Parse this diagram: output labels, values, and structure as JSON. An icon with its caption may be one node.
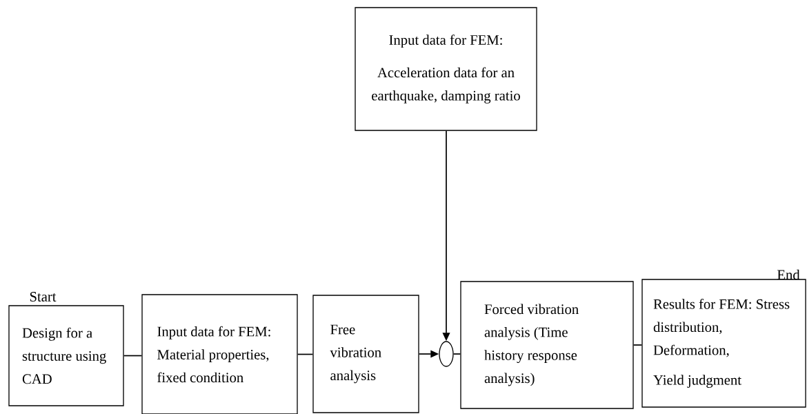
{
  "diagram": {
    "nodes": [
      {
        "text": [
          "Design for a structure using CAD"
        ]
      },
      {
        "text": [
          "Input data for FEM: Material properties, fixed condition"
        ]
      },
      {
        "text": [
          "Free vibration analysis"
        ]
      },
      {
        "text": [
          "Input data for FEM:",
          "Acceleration data for an earthquake, damping ratio"
        ]
      },
      {
        "text": [],
        "shape": "circle"
      },
      {
        "text": [
          "Forced vibration analysis (Time history response analysis)"
        ]
      },
      {
        "text": [
          "Results for FEM: Stress distribution, Deformation,",
          "Yield judgment"
        ]
      }
    ],
    "edges": [
      {
        "from": 0,
        "to": 1,
        "arrow": "none"
      },
      {
        "from": 1,
        "to": 2,
        "arrow": "none"
      },
      {
        "from": 2,
        "to": 4,
        "arrow": "to"
      },
      {
        "from": 3,
        "to": 4,
        "arrow": "to"
      },
      {
        "from": 4,
        "to": 5,
        "arrow": "none"
      },
      {
        "from": 5,
        "to": 6,
        "arrow": "none"
      }
    ],
    "labels": [
      "Start",
      "End"
    ]
  }
}
